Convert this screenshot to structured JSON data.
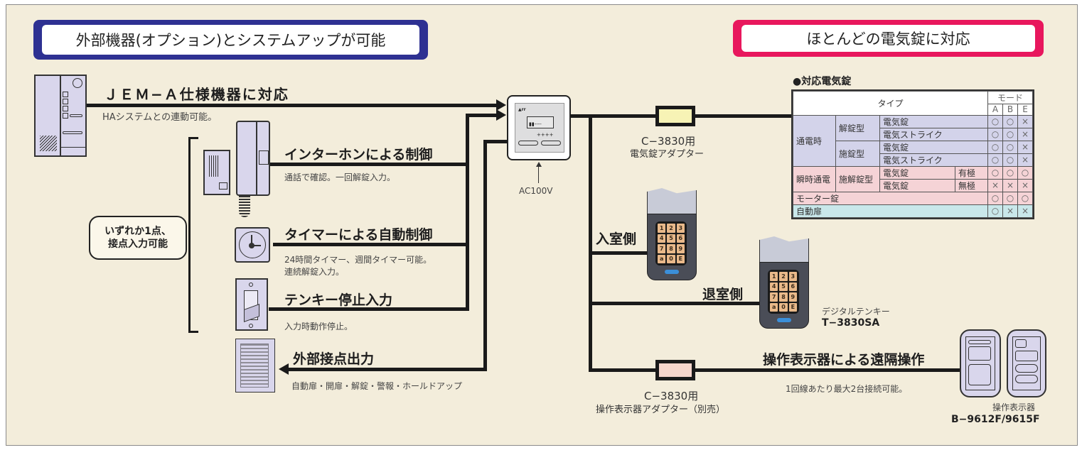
{
  "headers": {
    "left": "外部機器(オプション)とシステムアップが可能",
    "right": "ほとんどの電気錠に対応",
    "left_color": "#2e3192",
    "right_color": "#e8175d"
  },
  "inputs": {
    "jem": {
      "title": "ＪＥＭ−Ａ仕様機器に対応",
      "desc": "HAシステムとの連動可能。"
    },
    "intercom": {
      "title": "インターホンによる制御",
      "desc": "通話で確認。一回解錠入力。"
    },
    "timer": {
      "title": "タイマーによる自動制御",
      "desc_line1": "24時間タイマー、週間タイマー可能。",
      "desc_line2": "連続解錠入力。"
    },
    "stop": {
      "title": "テンキー停止入力",
      "desc": "入力時動作停止。"
    },
    "output": {
      "title": "外部接点出力",
      "desc": "自動扉・開扉・解錠・警報・ホールドアップ"
    },
    "bracket_note_line1": "いずれか1点、",
    "bracket_note_line2": "接点入力可能"
  },
  "controller": {
    "power_label": "AC100V"
  },
  "adapters": {
    "lock_adapter_line1": "C−3830用",
    "lock_adapter_line2": "電気錠アダプター",
    "lock_adapter_color": "#f7f3b5",
    "panel_adapter_line1": "C−3830用",
    "panel_adapter_line2": "操作表示器アダプター（別売）",
    "panel_adapter_color": "#f6d6cc"
  },
  "keypads": {
    "entry_label": "入室側",
    "exit_label": "退室側",
    "product_name": "デジタルテンキー",
    "product_model": "T−3830SA",
    "keys": [
      "1",
      "2",
      "3",
      "4",
      "5",
      "6",
      "7",
      "8",
      "9",
      "a",
      "0",
      "E"
    ]
  },
  "remote": {
    "title": "操作表示器による遠隔操作",
    "desc": "1回線あたり最大2台接続可能。",
    "product_name": "操作表示器",
    "product_model": "B−9612F/9615F"
  },
  "lock_table": {
    "caption": "●対応電気錠",
    "type_header": "タイプ",
    "mode_header": "モード",
    "modes": [
      "A",
      "B",
      "E"
    ],
    "rows": [
      {
        "group": "通電時",
        "sub": "解錠型",
        "type": "電気錠",
        "pol": "",
        "values": [
          "○",
          "○",
          "×"
        ]
      },
      {
        "group": "通電時",
        "sub": "解錠型",
        "type": "電気ストライク",
        "pol": "",
        "values": [
          "○",
          "○",
          "×"
        ]
      },
      {
        "group": "通電時",
        "sub": "施錠型",
        "type": "電気錠",
        "pol": "",
        "values": [
          "○",
          "○",
          "×"
        ]
      },
      {
        "group": "通電時",
        "sub": "施錠型",
        "type": "電気ストライク",
        "pol": "",
        "values": [
          "○",
          "○",
          "×"
        ]
      },
      {
        "group": "瞬時通電",
        "sub": "施解錠型",
        "type": "電気錠",
        "pol": "有極",
        "values": [
          "○",
          "○",
          "○"
        ]
      },
      {
        "group": "瞬時通電",
        "sub": "施解錠型",
        "type": "電気錠",
        "pol": "無極",
        "values": [
          "×",
          "×",
          "×"
        ]
      },
      {
        "group": "モーター錠",
        "values": [
          "○",
          "○",
          "○"
        ]
      },
      {
        "group": "自動扉",
        "values": [
          "○",
          "×",
          "×"
        ]
      }
    ]
  }
}
